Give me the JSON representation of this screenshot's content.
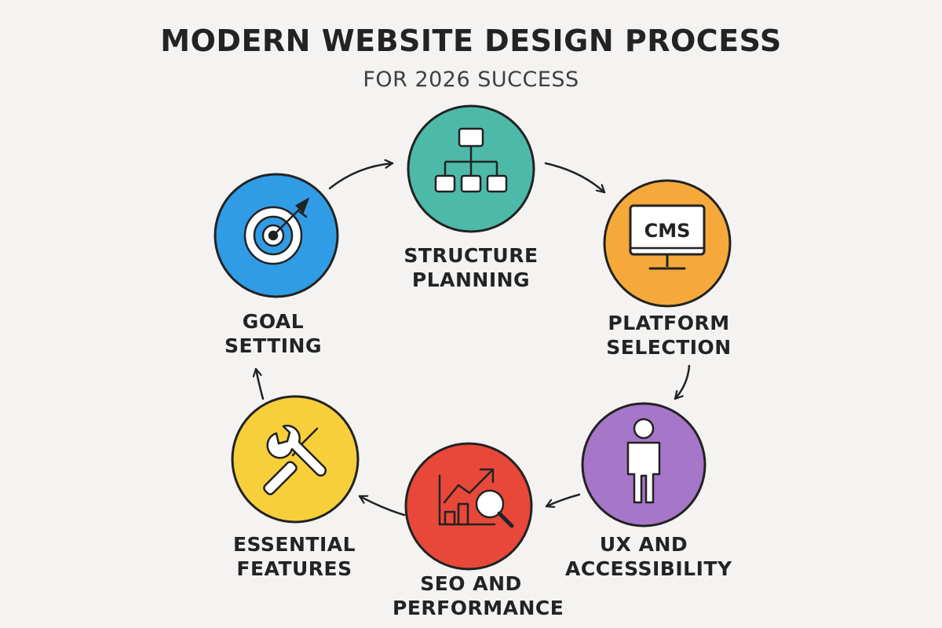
{
  "header": {
    "title": "MODERN WEBSITE DESIGN PROCESS",
    "subtitle": "FOR 2026 SUCCESS"
  },
  "steps": [
    {
      "line1": "STRUCTURE",
      "line2": "PLANNING",
      "icon": "sitemap-icon",
      "color": "#4dbaa9"
    },
    {
      "line1": "PLATFORM",
      "line2": "SELECTION",
      "icon": "cms-monitor-icon",
      "color": "#f5a93a",
      "icon_text": "CMS"
    },
    {
      "line1": "UX AND",
      "line2": "ACCESSIBILITY",
      "icon": "person-icon",
      "color": "#a676c8"
    },
    {
      "line1": "SEO AND",
      "line2": "PERFORMANCE",
      "icon": "chart-magnifier-icon",
      "color": "#e8483a"
    },
    {
      "line1": "ESSENTIAL",
      "line2": "FEATURES",
      "icon": "wrench-screwdriver-icon",
      "color": "#f7cf3b"
    },
    {
      "line1": "GOAL",
      "line2": "SETTING",
      "icon": "target-icon",
      "color": "#2f9ce5"
    }
  ]
}
